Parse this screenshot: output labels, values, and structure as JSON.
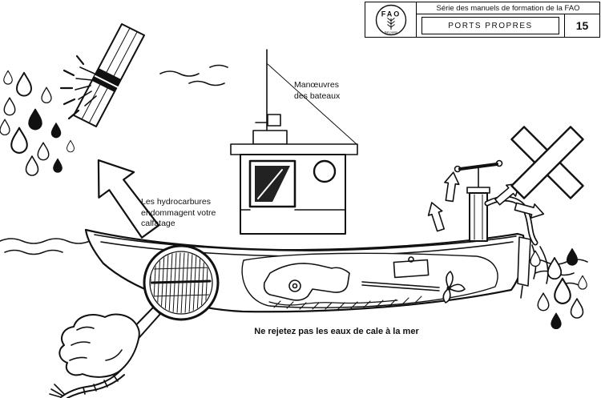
{
  "document": {
    "background_color": "#ffffff",
    "ink_color": "#111111"
  },
  "header": {
    "series_title": "Série des manuels de formation de la FAO",
    "subtitle": "PORTS PROPRES",
    "page_number": "15",
    "logo_text": "FAO",
    "logo_motto": "fiat panis"
  },
  "labels": {
    "boat_maneuvers": "Manœuvres\ndes bateaux",
    "hydrocarbons_warning": "Les hydrocarbures\nendommagent votre\ncalfatage",
    "caption": "Ne rejetez pas les eaux de cale à la mer"
  },
  "illustration": {
    "elements": [
      "fishing-boat-cutaway",
      "bilge-pump-discharging-overboard",
      "prohibition-x-icon",
      "magnifier-showing-caulking",
      "hand-holding-magnifier",
      "damaged-caulking-plank",
      "water-droplet-icon",
      "warning-arrow-icon",
      "sea-waves"
    ]
  }
}
